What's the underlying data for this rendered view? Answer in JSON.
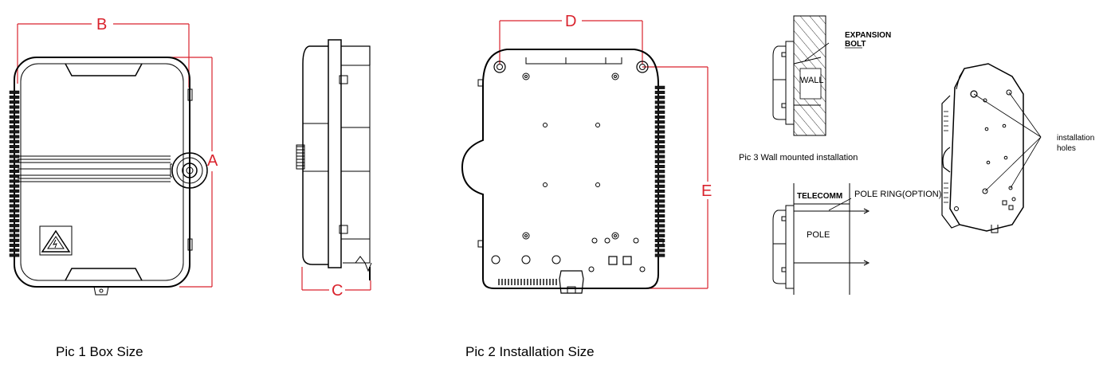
{
  "colors": {
    "dimension": "#d9232d",
    "line": "#000000",
    "background": "#ffffff"
  },
  "pic1": {
    "caption": "Pic 1  Box Size",
    "dim_b": "B",
    "dim_a": "A",
    "dim_c": "C"
  },
  "pic2": {
    "caption": "Pic 2  Installation Size",
    "dim_d": "D",
    "dim_e": "E"
  },
  "pic3": {
    "caption": "Pic 3 Wall mounted installation",
    "expansion": "EXPANSION",
    "bolt": "BOLT",
    "wall": "WALL",
    "telecomm": "TELECOMM",
    "pole_ring": "POLE RING(OPTION)",
    "pole": "POLE"
  },
  "pic4": {
    "installation": "installation",
    "holes": "holes"
  }
}
